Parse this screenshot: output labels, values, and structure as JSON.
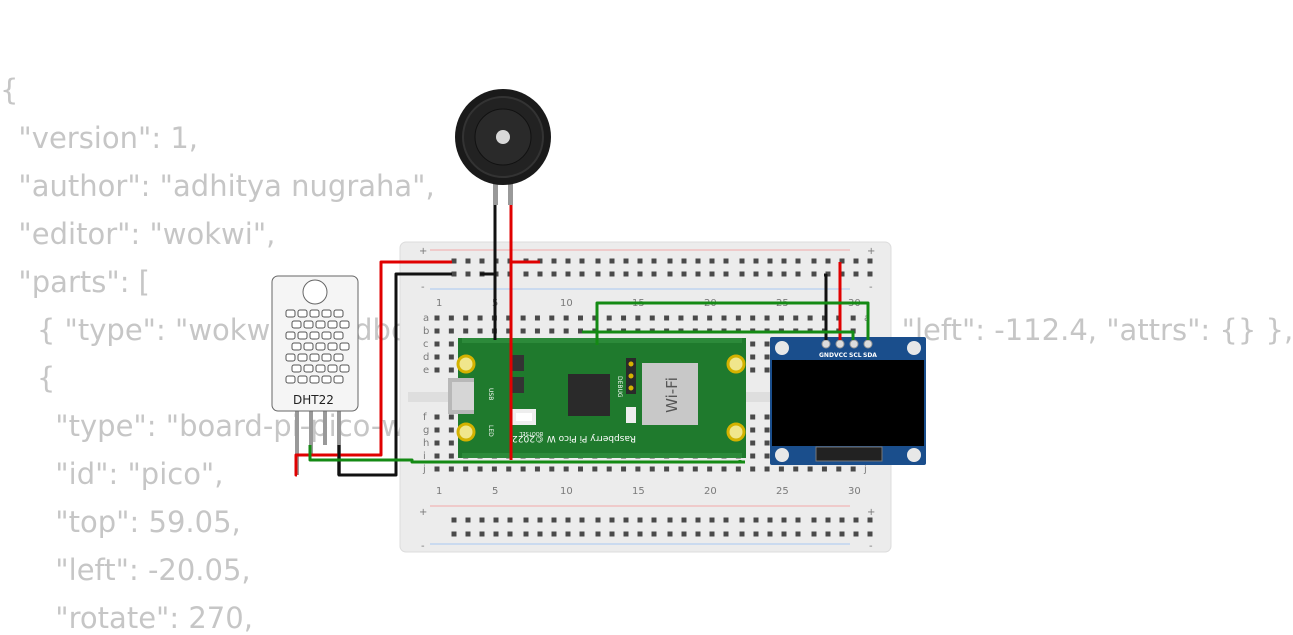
{
  "code_lines": [
    "{",
    "  \"version\": 1,",
    "  \"author\": \"adhitya nugraha\",",
    "  \"editor\": \"wokwi\",",
    "  \"parts\": [",
    "    { \"type\": \"wokwi-breadboard-half\", \"id\": \"bb1\", \"top\": 54.6, \"left\": -112.4, \"attrs\": {} },",
    "    {",
    "      \"type\": \"board-pi-pico-w\",",
    "      \"id\": \"pico\",",
    "      \"top\": 59.05,",
    "      \"left\": -20.05,",
    "      \"rotate\": 270,"
  ],
  "breadboard": {
    "rows_top": [
      "a",
      "b",
      "c",
      "d",
      "e"
    ],
    "rows_bottom": [
      "f",
      "g",
      "h",
      "i",
      "j"
    ],
    "col_numbers": [
      "1",
      "5",
      "10",
      "15",
      "20",
      "25",
      "30"
    ],
    "plus": "+",
    "minus": "-"
  },
  "dht22": {
    "label": "DHT22"
  },
  "pico": {
    "wifi_label": "Wi-Fi",
    "board_label": "Raspberry Pi Pico W ©2022",
    "debug_label": "DEBUG",
    "usb_label": "USB",
    "bootsel_label": "BOOTSEL",
    "led_label": "LED"
  },
  "oled": {
    "pins": [
      "GND",
      "VCC",
      "SCL",
      "SDA"
    ]
  },
  "colors": {
    "wire_red": "#e00000",
    "wire_black": "#111111",
    "wire_green": "#148a14",
    "pico_green": "#1f7a2d",
    "oled_blue": "#1a4e8c"
  }
}
